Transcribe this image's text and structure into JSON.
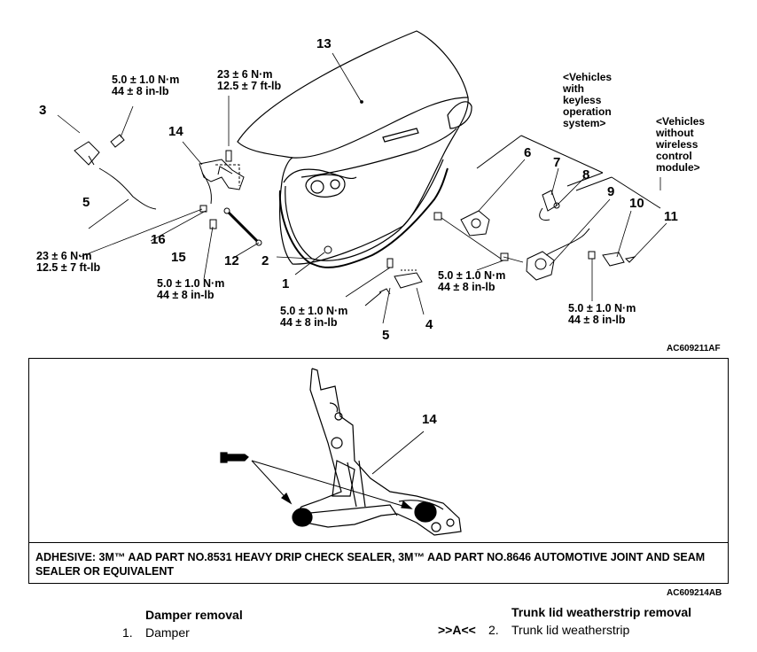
{
  "figure1": {
    "code": "AC609211AF",
    "torque": {
      "t_item3": [
        "5.0 ± 1.0 N·m",
        "44 ± 8 in-lb"
      ],
      "t_top_hinge": [
        "23 ± 6 N·m",
        "12.5 ± 7 ft-lb"
      ],
      "t_left_hinge": [
        "23 ± 6 N·m",
        "12.5 ± 7 ft-lb"
      ],
      "t_item15": [
        "5.0 ± 1.0 N·m",
        "44 ± 8 in-lb"
      ],
      "t_item4": [
        "5.0 ± 1.0 N·m",
        "44 ± 8 in-lb"
      ],
      "t_item9": [
        "5.0 ± 1.0 N·m",
        "44 ± 8 in-lb"
      ],
      "t_item10": [
        "5.0 ± 1.0 N·m",
        "44 ± 8 in-lb"
      ]
    },
    "notes": {
      "keyless": [
        "<Vehicles",
        "with",
        "keyless",
        "operation",
        "system>"
      ],
      "wireless": [
        "<Vehicles",
        "without",
        "wireless",
        "control",
        "module>"
      ]
    },
    "numbers": {
      "n1": "1",
      "n2": "2",
      "n3": "3",
      "n4": "4",
      "n5a": "5",
      "n5b": "5",
      "n6": "6",
      "n7": "7",
      "n8": "8",
      "n9": "9",
      "n10": "10",
      "n11": "11",
      "n12": "12",
      "n13": "13",
      "n14": "14",
      "n15": "15",
      "n16": "16"
    }
  },
  "figure2": {
    "code": "AC609214AB",
    "label14": "14",
    "adhesive": "ADHESIVE: 3M™ AAD PART NO.8531 HEAVY DRIP CHECK SEALER, 3M™ AAD PART NO.8646 AUTOMOTIVE JOINT AND SEAM SEALER OR EQUIVALENT"
  },
  "procedures": {
    "damper": {
      "title": "Damper removal",
      "items": [
        {
          "num": "1.",
          "text": "Damper"
        }
      ]
    },
    "weatherstrip": {
      "title": "Trunk lid weatherstrip removal",
      "items": [
        {
          "marker": ">>A<<",
          "num": "2.",
          "text": "Trunk lid weatherstrip"
        }
      ]
    }
  }
}
